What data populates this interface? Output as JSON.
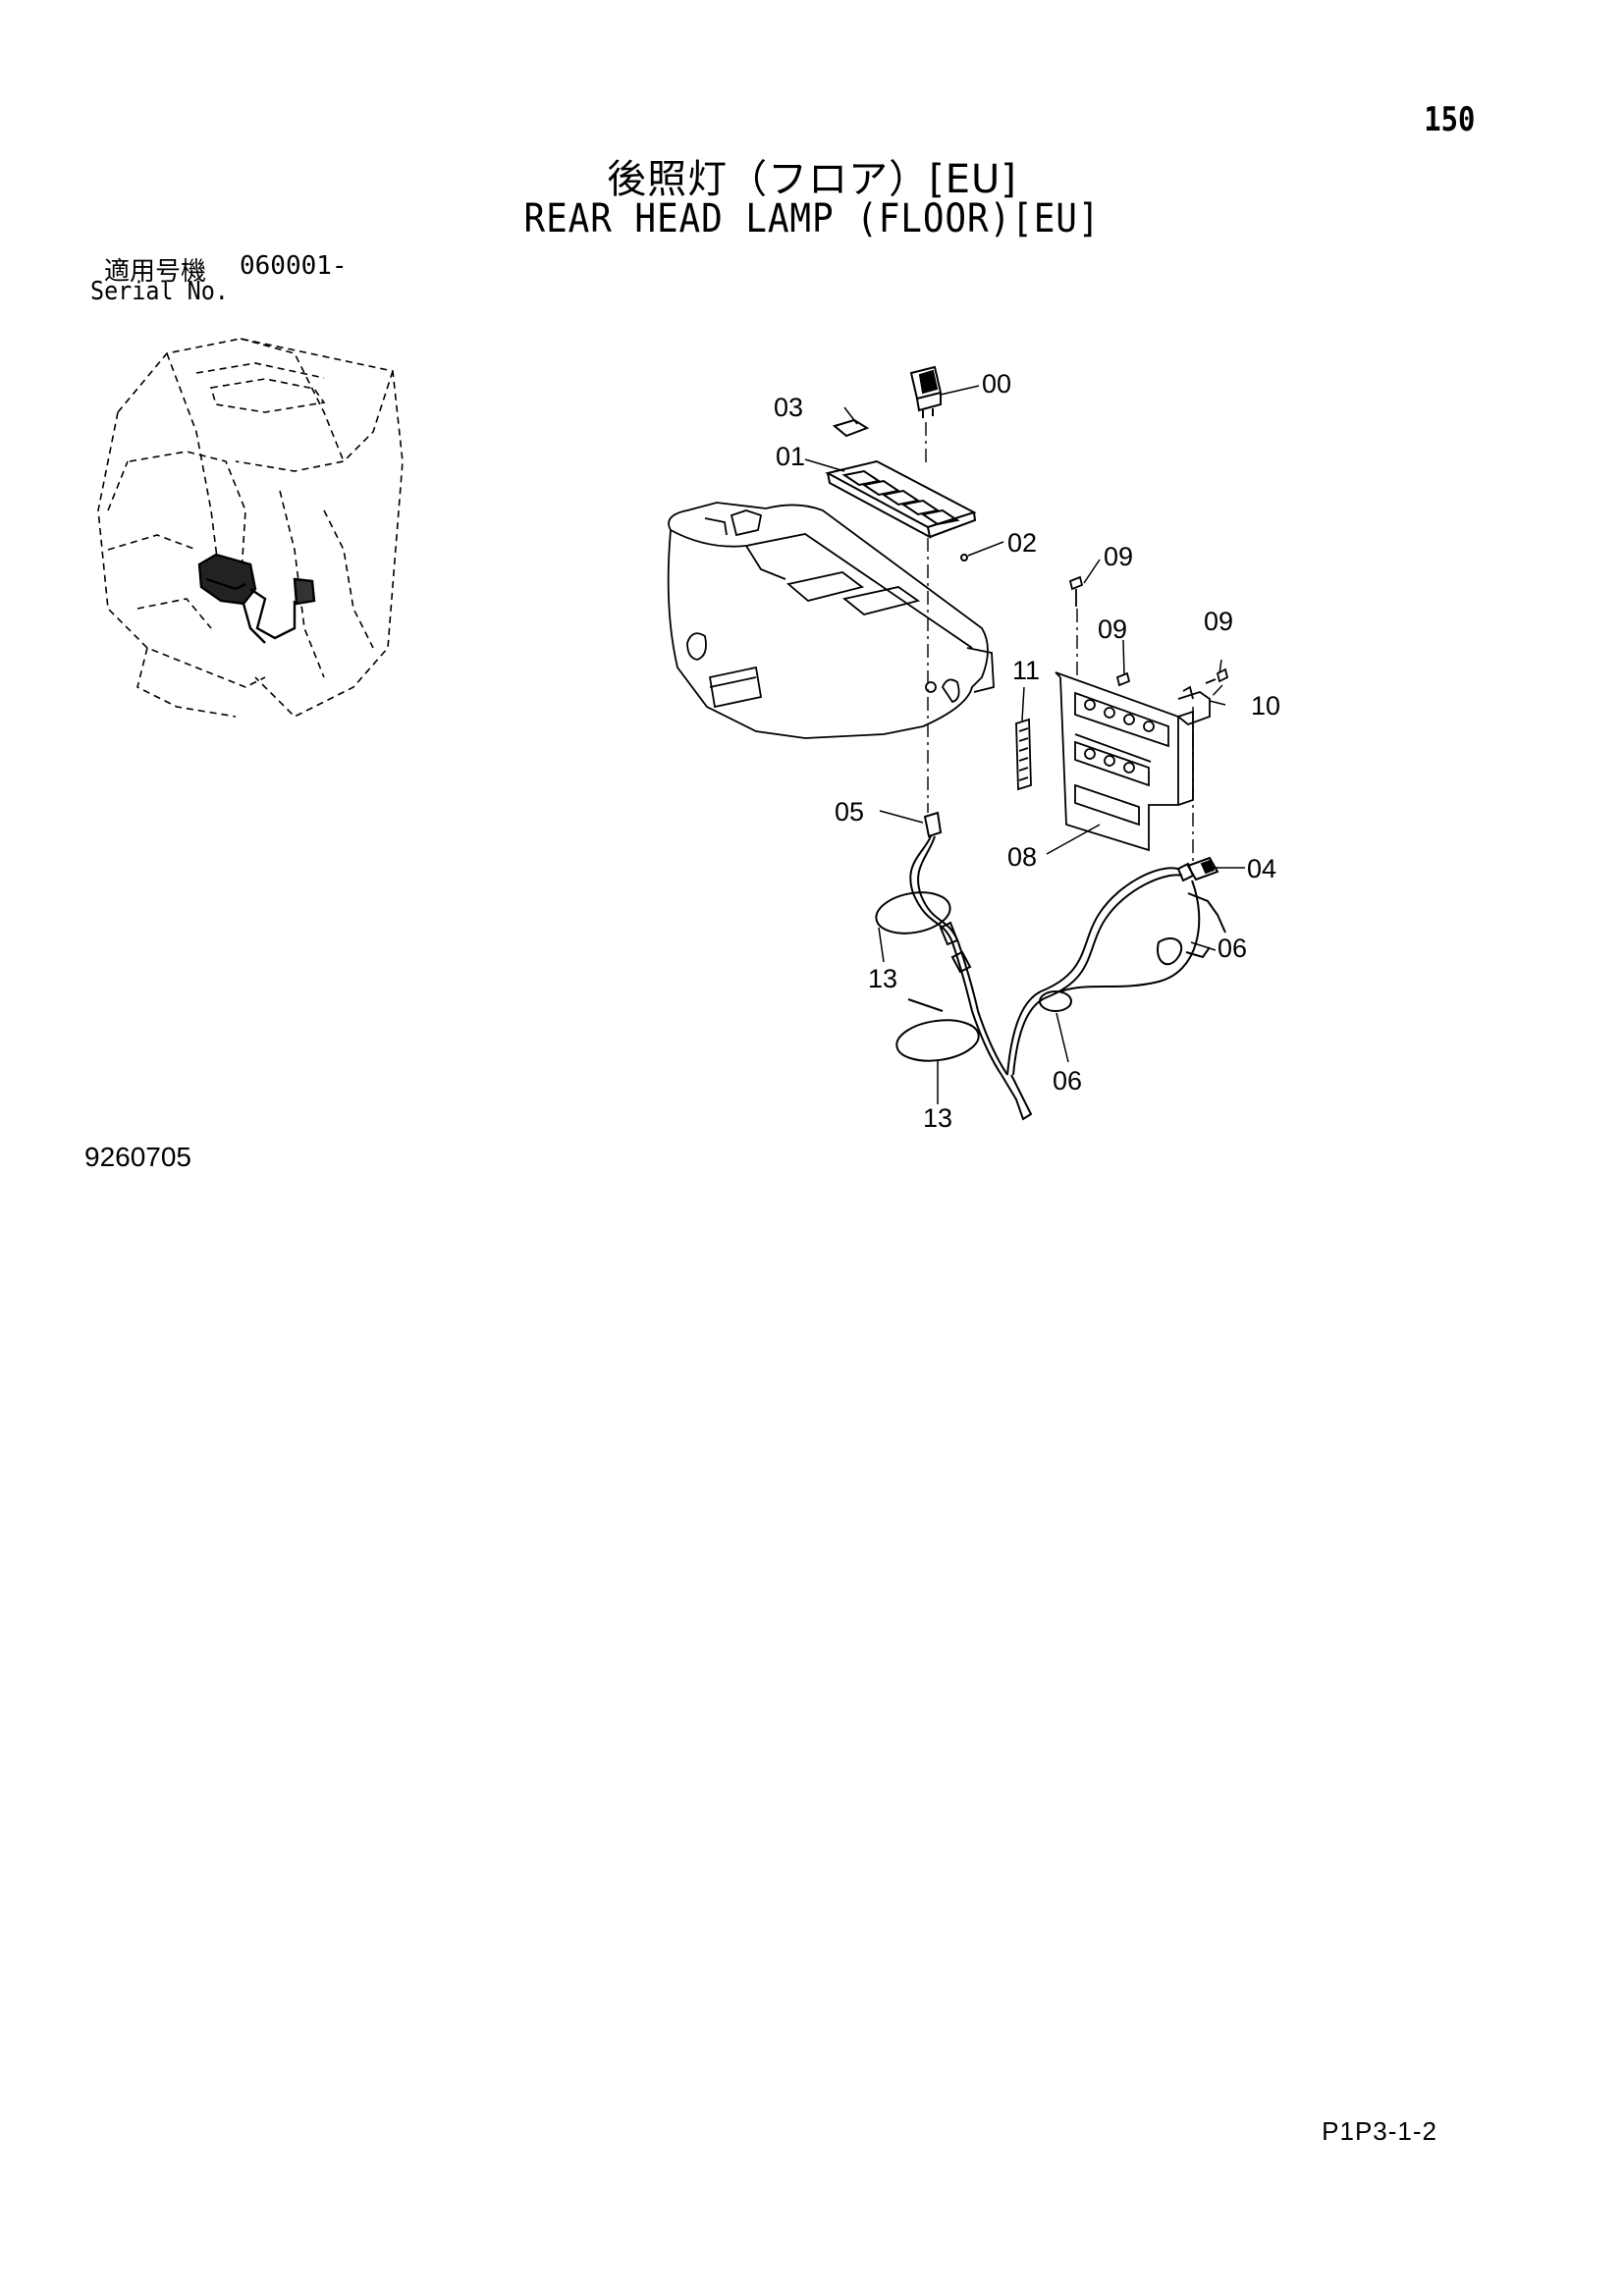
{
  "page": {
    "number": "150",
    "title_jp": "後照灯（フロア）[EU]",
    "title_en": "REAR HEAD LAMP (FLOOR)[EU]",
    "serial_label_jp": "適用号機",
    "serial_value": "060001-",
    "serial_label_en": "Serial No.",
    "drawing_number": "9260705",
    "page_code": "P1P3-1-2"
  },
  "callouts": [
    "00",
    "01",
    "02",
    "03",
    "04",
    "05",
    "06",
    "06",
    "08",
    "09",
    "09",
    "09",
    "10",
    "11",
    "13",
    "13"
  ]
}
